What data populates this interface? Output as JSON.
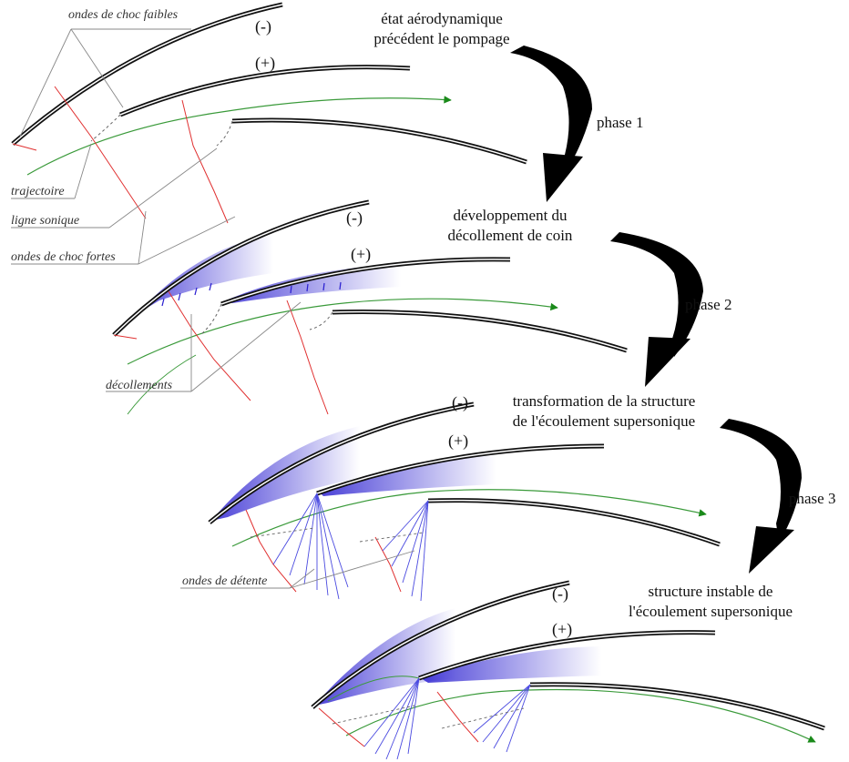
{
  "stages": [
    {
      "line1": "état aérodynamique",
      "line2": "précédent le pompage"
    },
    {
      "line1": "développement du",
      "line2": "décollement de coin"
    },
    {
      "line1": "transformation de la structure",
      "line2": "de l'écoulement supersonique"
    },
    {
      "line1": "structure instable de",
      "line2": "l'écoulement supersonique"
    }
  ],
  "phases": [
    "phase 1",
    "phase 2",
    "phase 3"
  ],
  "signs": {
    "suction": "(-)",
    "pressure": "(+)"
  },
  "labels": {
    "weak_shocks": "ondes de choc faibles",
    "trajectory": "trajectoire",
    "sonic_line": "ligne sonique",
    "strong_shocks": "ondes de choc fortes",
    "separations": "décollements",
    "expansion_waves": "ondes de détente"
  },
  "colors": {
    "blade": "#111111",
    "trajectory": "#3a9a3a",
    "shock": "#e03030",
    "separation": "#2a1fd0",
    "expansion": "#4a4ae0",
    "label_line": "#888888"
  }
}
